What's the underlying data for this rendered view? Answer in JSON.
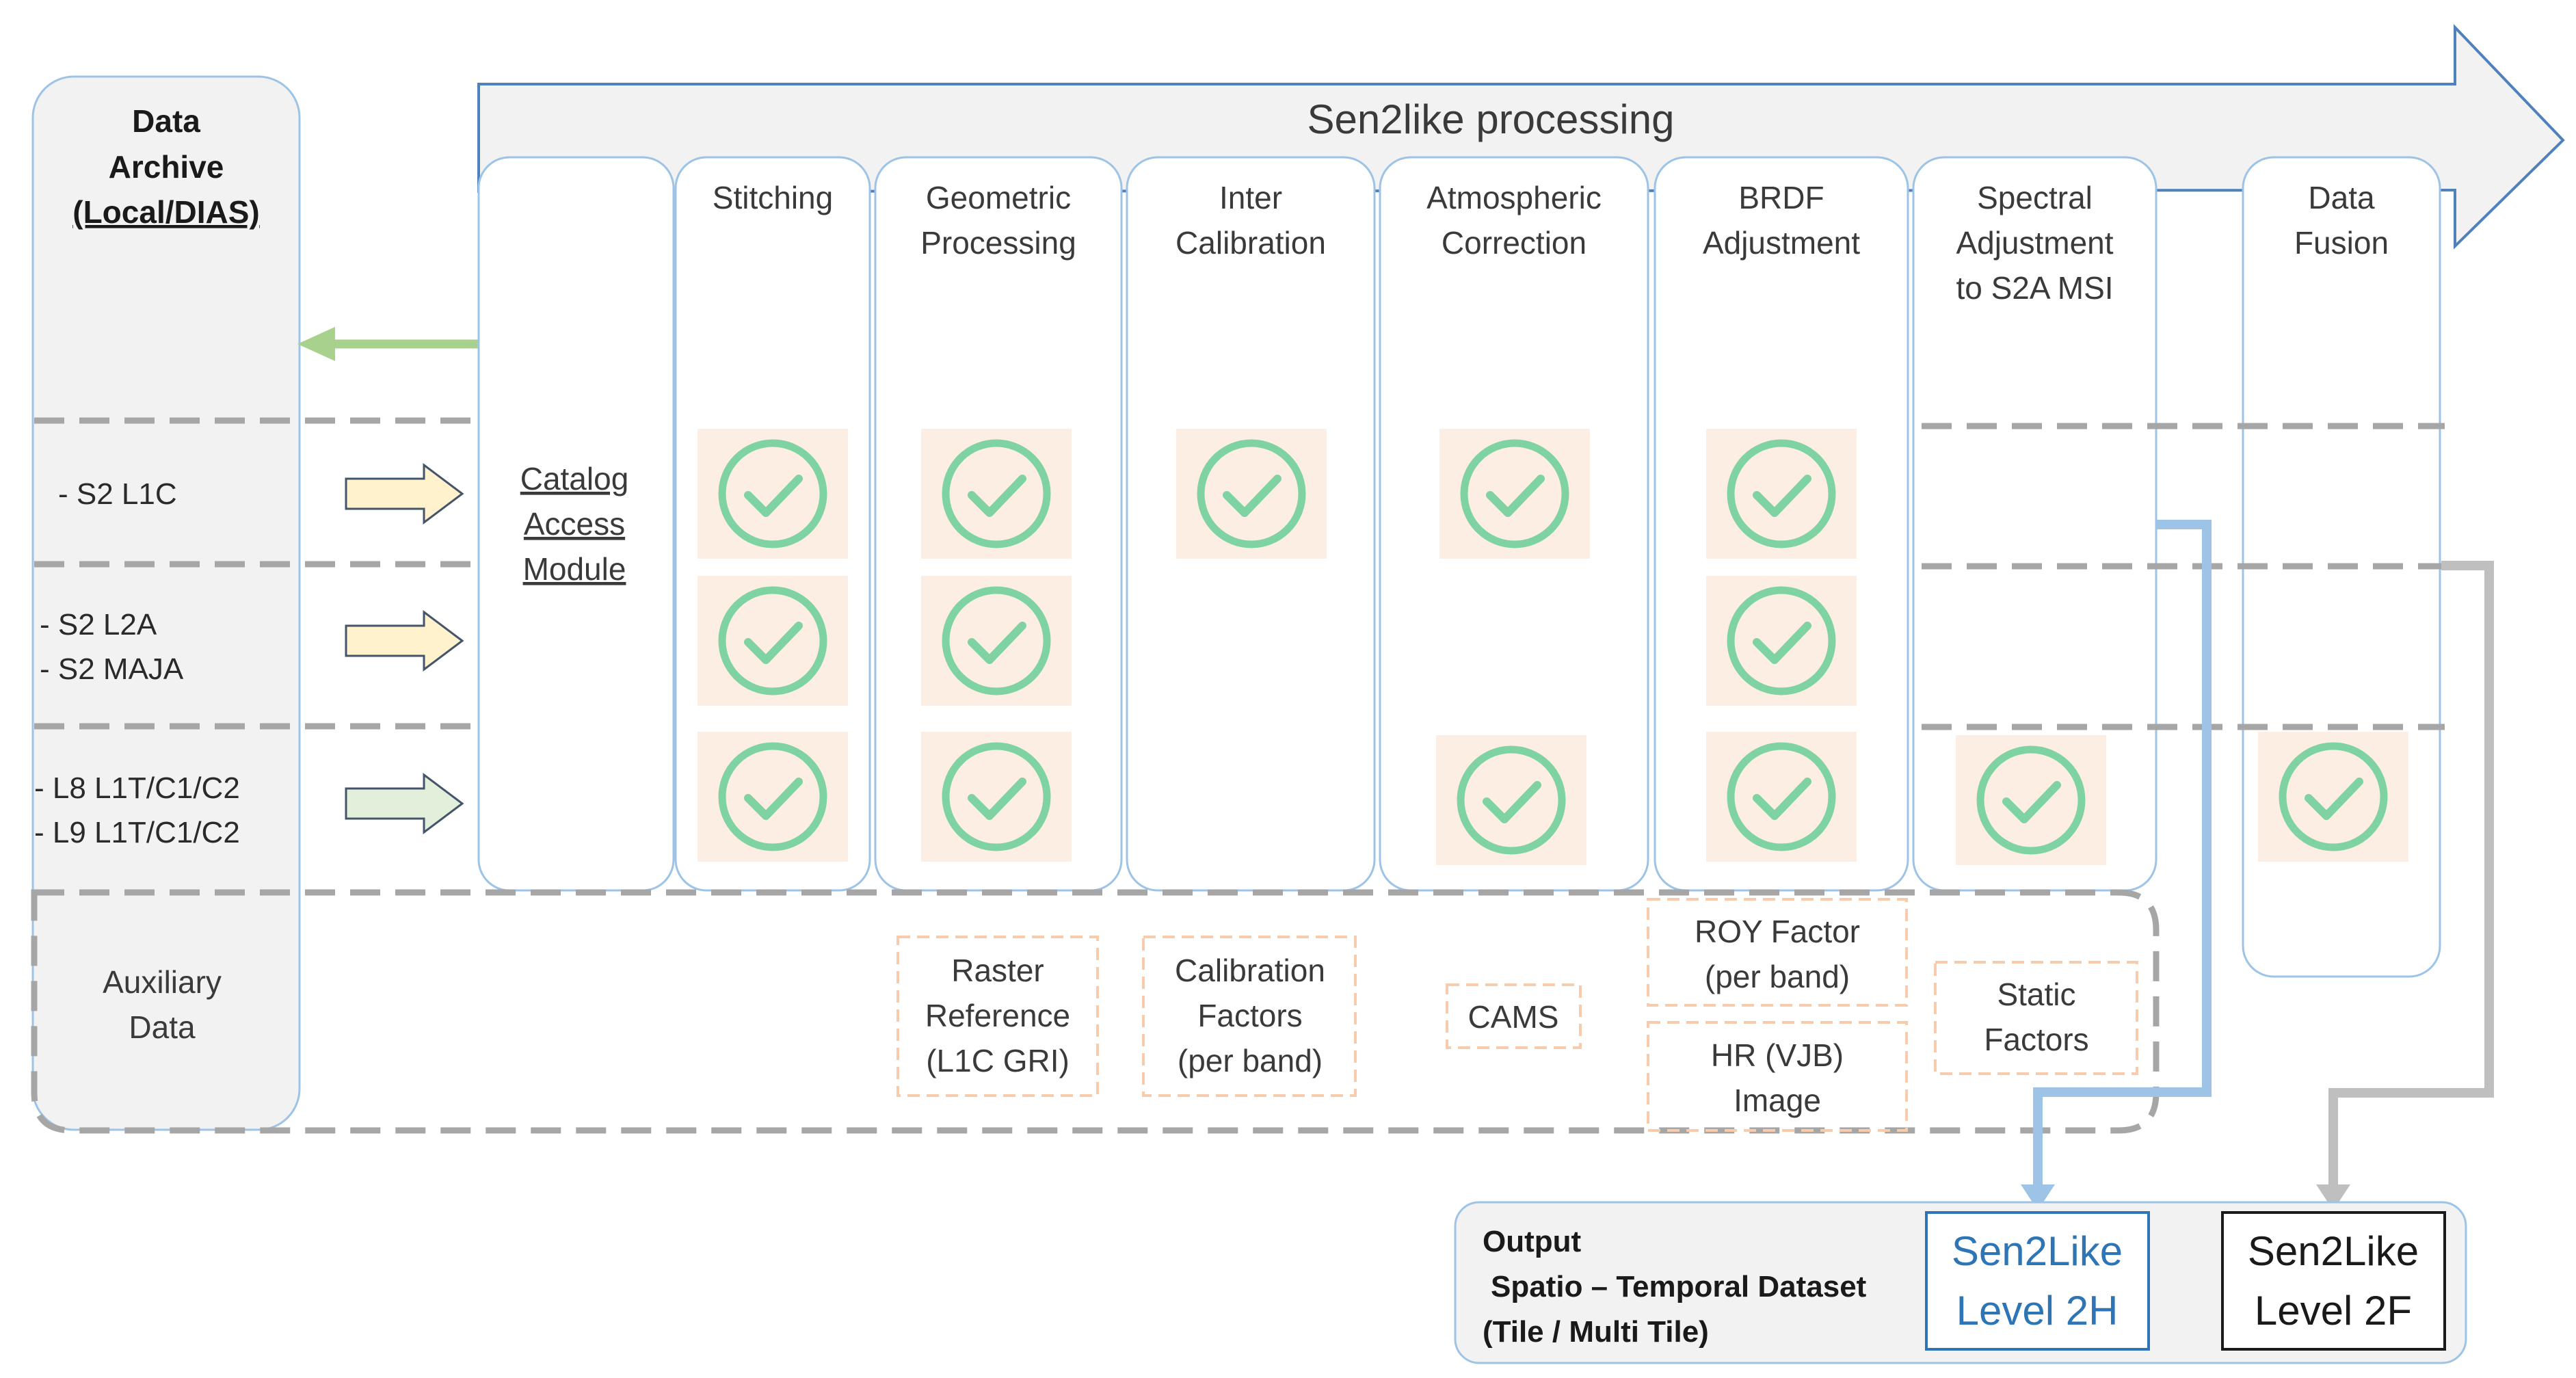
{
  "title": "Sen2like processing",
  "archive": {
    "line1": "Data",
    "line2": "Archive",
    "line3": "(Local/DIAS)"
  },
  "inputs": [
    {
      "lines": [
        "- S2 L1C"
      ]
    },
    {
      "lines": [
        "- S2 L2A",
        "- S2 MAJA"
      ]
    },
    {
      "lines": [
        "- L8 L1T/C1/C2",
        "- L9 L1T/C1/C2"
      ]
    }
  ],
  "catalog": {
    "lines": [
      "Catalog",
      "Access",
      "Module"
    ]
  },
  "columns": [
    {
      "lines": [
        "Stitching"
      ]
    },
    {
      "lines": [
        "Geometric",
        "Processing"
      ]
    },
    {
      "lines": [
        "Inter",
        "Calibration"
      ]
    },
    {
      "lines": [
        "Atmospheric",
        "Correction"
      ]
    },
    {
      "lines": [
        "BRDF",
        "Adjustment"
      ]
    },
    {
      "lines": [
        "Spectral",
        "Adjustment",
        "to S2A MSI"
      ]
    },
    {
      "lines": [
        "Data",
        "Fusion"
      ]
    }
  ],
  "auxiliary": {
    "label": [
      "Auxiliary",
      "Data"
    ],
    "items": [
      {
        "lines": [
          "Raster",
          "Reference",
          "(L1C GRI)"
        ]
      },
      {
        "lines": [
          "Calibration",
          "Factors",
          "(per band)"
        ]
      },
      {
        "lines": [
          "CAMS"
        ]
      },
      {
        "lines": [
          "ROY Factor",
          "(per band)"
        ]
      },
      {
        "lines": [
          "HR (VJB)",
          "Image"
        ]
      },
      {
        "lines": [
          "Static",
          "Factors"
        ]
      }
    ]
  },
  "output": {
    "lines": [
      "Output",
      "Spatio – Temporal Dataset",
      "(Tile / Multi Tile)"
    ],
    "level2h": [
      "Sen2Like",
      "Level 2H"
    ],
    "level2f": [
      "Sen2Like",
      "Level 2F"
    ]
  },
  "colors": {
    "check": "#7fd3a3",
    "check_bg": "#fdeee4",
    "arrow_green": "#a9d18e",
    "line_blue": "#9dc3e6",
    "line_gray": "#bfbfbf",
    "text_blue": "#2e75b6"
  }
}
